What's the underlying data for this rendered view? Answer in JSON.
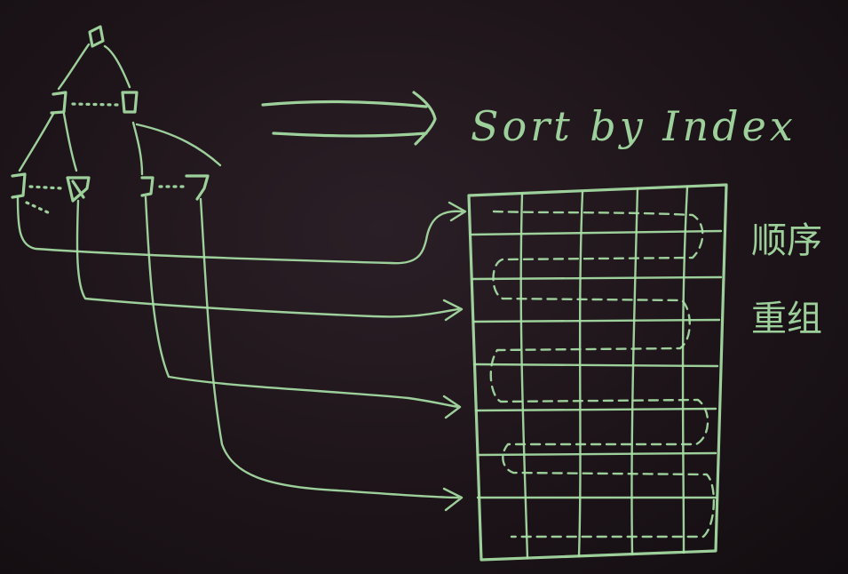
{
  "title": "Sort by Index",
  "side_note_line1": "顺序",
  "side_note_line2": "重组",
  "chalk_color": "#a8e0a6",
  "board_color": "#1d1419",
  "icons": [
    "arrow-right-icon"
  ]
}
